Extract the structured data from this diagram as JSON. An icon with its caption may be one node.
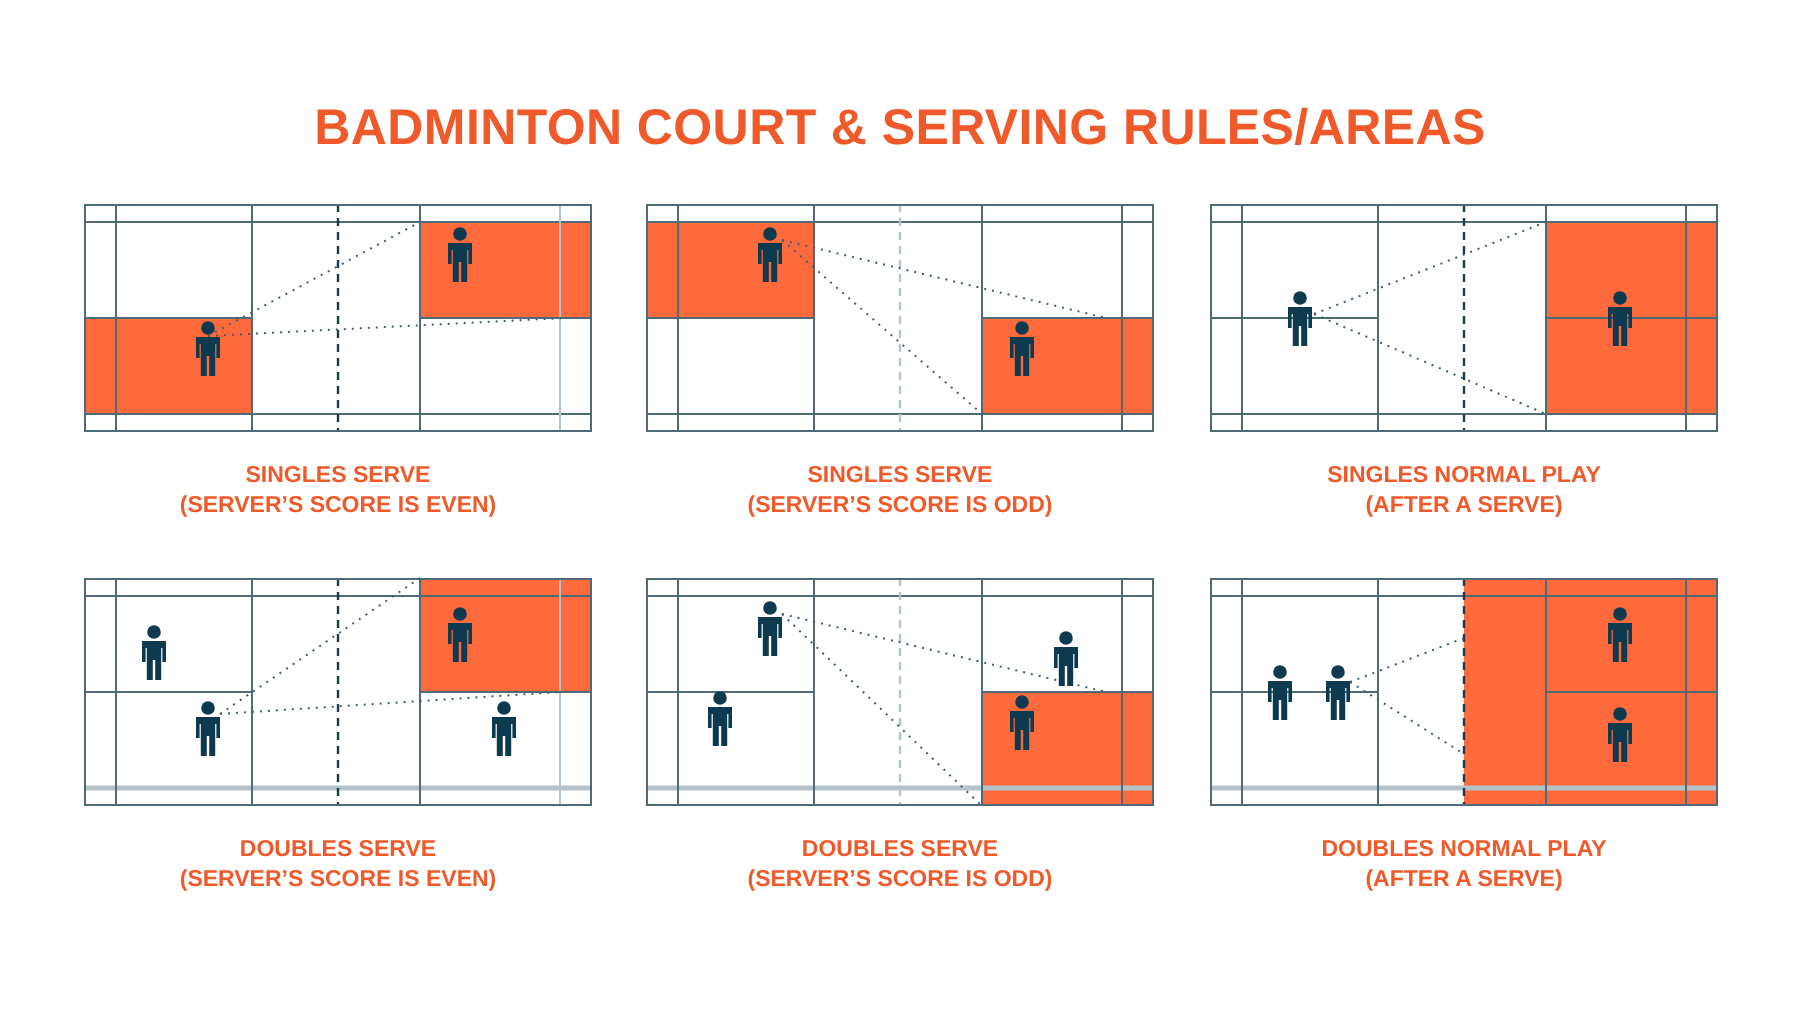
{
  "diagram": {
    "title": "BADMINTON COURT & SERVING RULES/AREAS",
    "labels": [
      "SINGLES SERVE (SERVER’S SCORE IS EVEN)",
      "SINGLES SERVE (SERVER’S SCORE IS ODD)",
      "SINGLES NORMAL PLAY (AFTER A SERVE)",
      "DOUBLES SERVE (SERVER’S SCORE IS EVEN)",
      "DOUBLES SERVE (SERVER’S SCORE IS ODD)",
      "DOUBLES NORMAL PLAY (AFTER A SERVE)"
    ]
  }
}
